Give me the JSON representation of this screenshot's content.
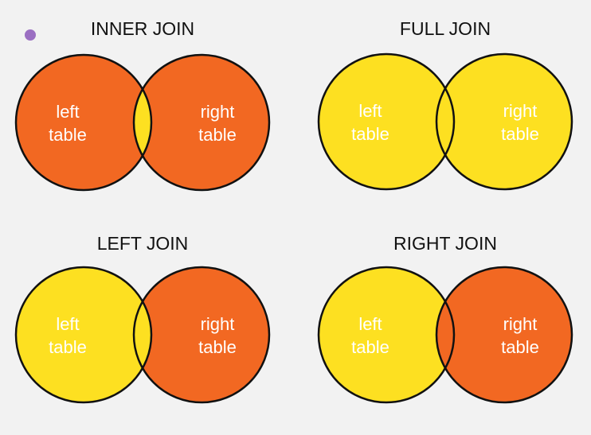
{
  "colors": {
    "highlight": "#f26822",
    "base": "#fde021",
    "outline": "#111111",
    "label": "#ffffff",
    "title": "#111111",
    "bullet": "#9b6fc2",
    "background": "#f2f2f2"
  },
  "diagrams": [
    {
      "title": "INNER JOIN",
      "left_label": [
        "left",
        "table"
      ],
      "right_label": [
        "right",
        "table"
      ],
      "fill": {
        "left_only": "highlight",
        "overlap": "base",
        "right_only": "highlight"
      }
    },
    {
      "title": "FULL JOIN",
      "left_label": [
        "left",
        "table"
      ],
      "right_label": [
        "right",
        "table"
      ],
      "fill": {
        "left_only": "base",
        "overlap": "base",
        "right_only": "base"
      }
    },
    {
      "title": "LEFT JOIN",
      "left_label": [
        "left",
        "table"
      ],
      "right_label": [
        "right",
        "table"
      ],
      "fill": {
        "left_only": "base",
        "overlap": "base",
        "right_only": "highlight"
      }
    },
    {
      "title": "RIGHT JOIN",
      "left_label": [
        "left",
        "table"
      ],
      "right_label": [
        "right",
        "table"
      ],
      "fill": {
        "left_only": "base",
        "overlap": "highlight",
        "right_only": "highlight"
      }
    }
  ]
}
